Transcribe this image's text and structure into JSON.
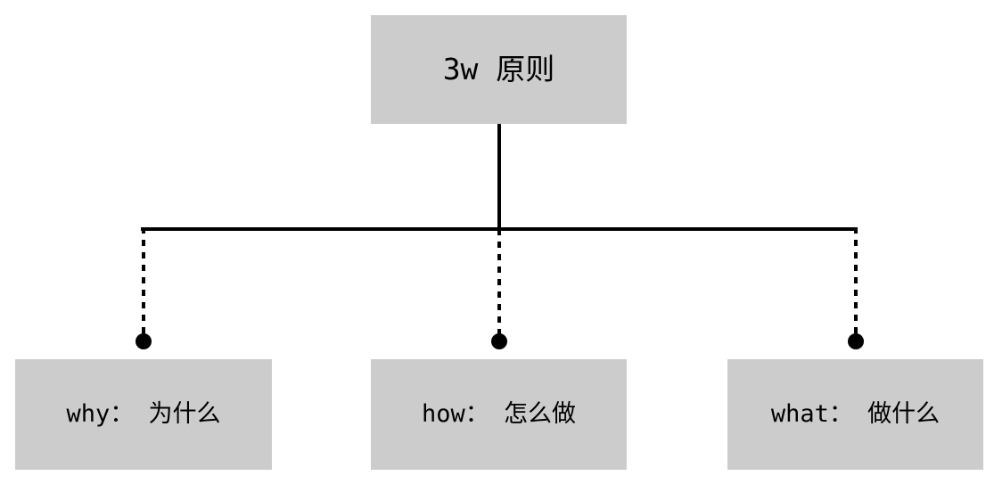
{
  "diagram": {
    "type": "tree",
    "title_node": "3w 原则",
    "root": {
      "id": "root",
      "label": "3w 原则",
      "fill": "#cccccc",
      "text_color": "#000000"
    },
    "children": [
      {
        "id": "why",
        "label": "why： 为什么",
        "fill": "#cccccc",
        "text_color": "#000000"
      },
      {
        "id": "how",
        "label": "how： 怎么做",
        "fill": "#cccccc",
        "text_color": "#000000"
      },
      {
        "id": "what",
        "label": "what： 做什么",
        "fill": "#cccccc",
        "text_color": "#000000"
      }
    ],
    "connectors": {
      "stem_style": "solid",
      "branch_style": "dashed",
      "line_color": "#000000",
      "endpoint_marker": "filled-circle"
    }
  }
}
